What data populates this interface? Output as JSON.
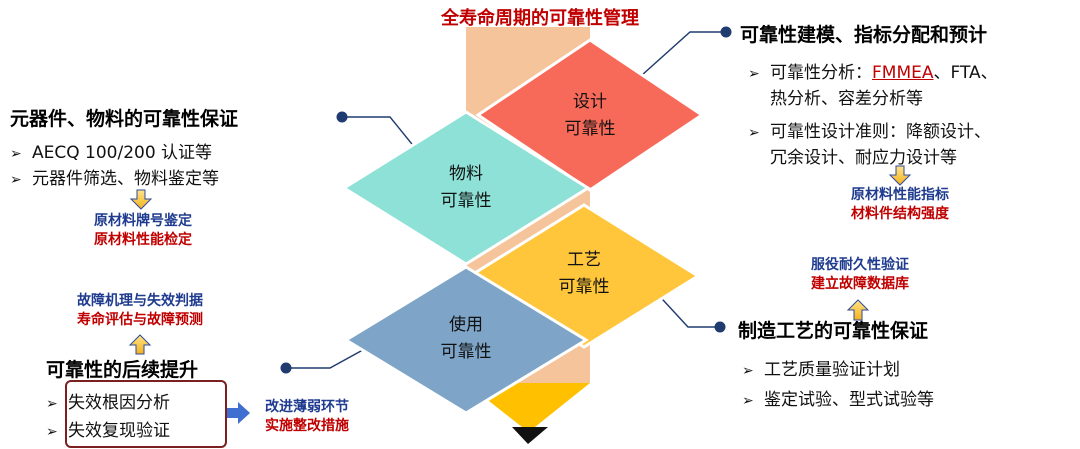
{
  "title": "全寿命周期的可靠性管理",
  "colors": {
    "pencil_body": "#f5c49a",
    "pencil_tip": "#ffc000",
    "design": "#f76a5a",
    "material": "#8ee1d7",
    "process": "#ffc63b",
    "usage": "#7ea5c8",
    "heading_red": "#c00000",
    "note_blue": "#1f3b8f",
    "connector": "#1f3b6f"
  },
  "diamonds": {
    "design": {
      "line1": "设计",
      "line2": "可靠性"
    },
    "material": {
      "line1": "物料",
      "line2": "可靠性"
    },
    "process": {
      "line1": "工艺",
      "line2": "可靠性"
    },
    "usage": {
      "line1": "使用",
      "line2": "可靠性"
    }
  },
  "design_section": {
    "heading": "可靠性建模、指标分配和预计",
    "bullet1_prefix": "可靠性分析：",
    "bullet1_highlight": "FMMEA",
    "bullet1_rest": "、FTA、",
    "bullet1_line2": "热分析、容差分析等",
    "bullet2_line1": "可靠性设计准则：降额设计、",
    "bullet2_line2": "冗余设计、耐应力设计等",
    "note_line1": "原材料性能指标",
    "note_line2": "材料件结构强度"
  },
  "material_section": {
    "heading": "元器件、物料的可靠性保证",
    "bullet1": "AECQ 100/200 认证等",
    "bullet2": "元器件筛选、物料鉴定等",
    "note_line1": "原材料牌号鉴定",
    "note_line2": "原材料性能检定"
  },
  "process_section": {
    "heading": "制造工艺的可靠性保证",
    "bullet1": "工艺质量验证计划",
    "bullet2": "鉴定试验、型式试验等",
    "note_line1": "服役耐久性验证",
    "note_line2": "建立故障数据库"
  },
  "usage_section": {
    "heading": "可靠性的后续提升",
    "note_line1": "故障机理与失效判据",
    "note_line2": "寿命评估与故障预测",
    "bullet1": "失效根因分析",
    "bullet2": "失效复现验证",
    "side_note_line1": "改进薄弱环节",
    "side_note_line2": "实施整改措施"
  }
}
